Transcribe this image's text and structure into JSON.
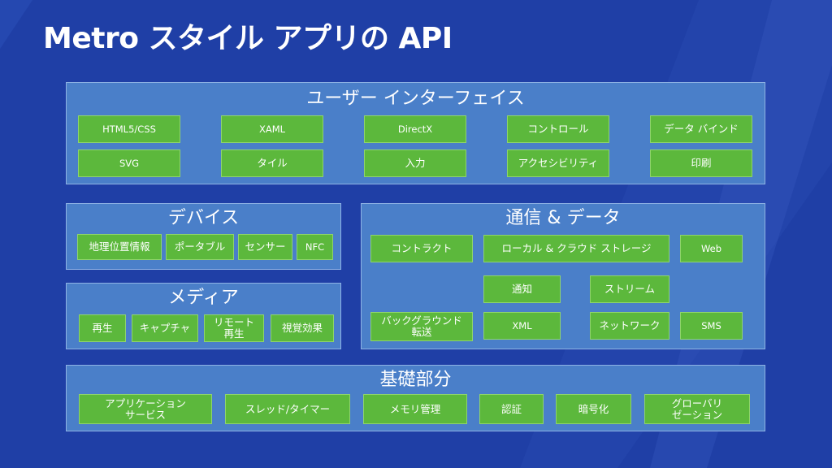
{
  "title": "Metro スタイル アプリの API",
  "ui": {
    "title": "ユーザー インターフェイス",
    "items": [
      "HTML5/CSS",
      "XAML",
      "DirectX",
      "コントロール",
      "データ バインド",
      "SVG",
      "タイル",
      "入力",
      "アクセシビリティ",
      "印刷"
    ]
  },
  "devices": {
    "title": "デバイス",
    "items": [
      "地理位置情報",
      "ポータブル",
      "センサー",
      "NFC"
    ]
  },
  "media": {
    "title": "メディア",
    "items": [
      "再生",
      "キャプチャ",
      "リモート\n再生",
      "視覚効果"
    ]
  },
  "comm": {
    "title": "通信 & データ",
    "items": [
      "コントラクト",
      "ローカル & クラウド ストレージ",
      "Web",
      "通知",
      "ストリーム",
      "バックグラウンド\n転送",
      "XML",
      "ネットワーク",
      "SMS"
    ]
  },
  "fundamentals": {
    "title": "基礎部分",
    "items": [
      "アプリケーション\nサービス",
      "スレッド/タイマー",
      "メモリ管理",
      "認証",
      "暗号化",
      "グローバリ\nゼーション"
    ]
  },
  "colors": {
    "background": "#1f3fa6",
    "panel": "#4a7fc9",
    "button": "#5cb83c"
  }
}
